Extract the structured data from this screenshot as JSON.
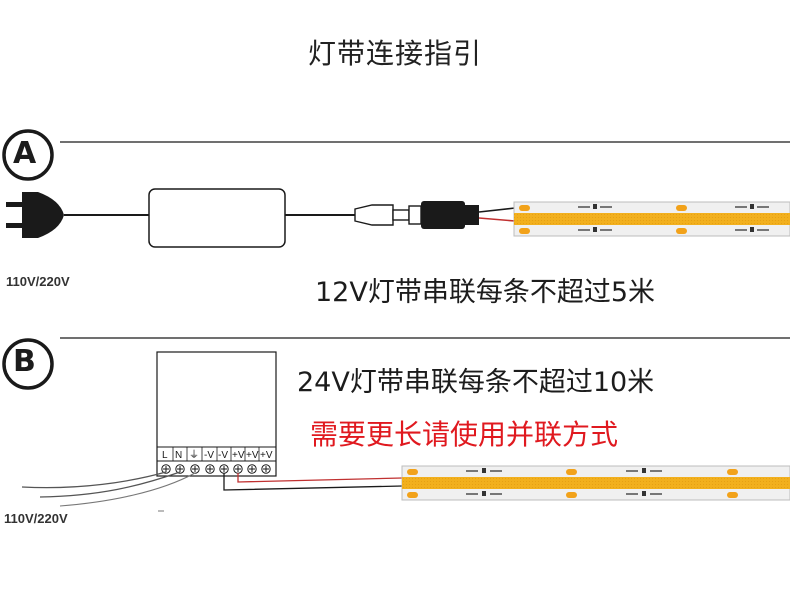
{
  "title": "灯带连接指引",
  "colors": {
    "line": "#1a1a1a",
    "strip": "#f2b01e",
    "strip_edge": "#c9c9c9",
    "warning": "#e0191f"
  },
  "section_a": {
    "marker": "A",
    "input_voltage": "110V/220V",
    "note": "12V灯带串联每条不超过5米",
    "icons": [
      "plug-icon",
      "power-adapter",
      "dc-connector"
    ]
  },
  "section_b": {
    "marker": "B",
    "input_voltage": "110V/220V",
    "note": "24V灯带串联每条不超过10米",
    "warning": "需要更长请使用并联方式",
    "terminals": [
      "L",
      "N",
      "⏚",
      "-V",
      "-V",
      "+V",
      "+V",
      "+V"
    ]
  }
}
